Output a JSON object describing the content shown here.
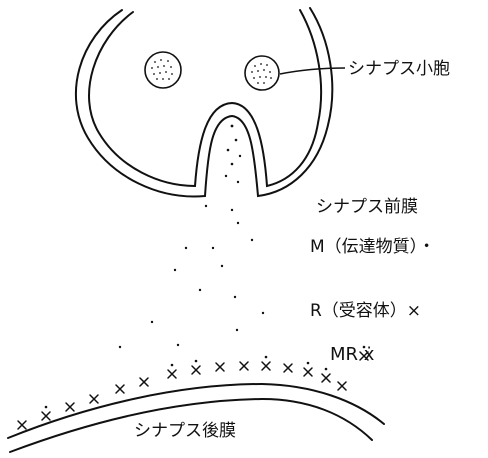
{
  "labels": {
    "vesicle": "シナプス小胞",
    "presynaptic": "シナプス前膜",
    "transmitter": "M（伝達物質）・",
    "receptor": "R（受容体）×",
    "complex": "MR ẋ",
    "postsynaptic": "シナプス後膜"
  },
  "colors": {
    "ink": "#111111",
    "paper": "#ffffff"
  }
}
